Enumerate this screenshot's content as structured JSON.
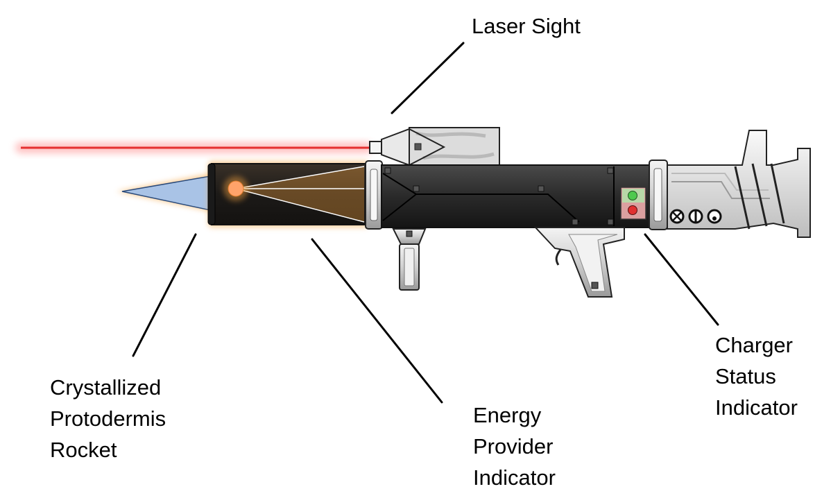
{
  "labels": {
    "laser_sight": [
      "Laser Sight"
    ],
    "rocket": [
      "Crystallized",
      "Protodermis",
      "Rocket"
    ],
    "energy": [
      "Energy",
      "Provider",
      "Indicator"
    ],
    "charger": [
      "Charger",
      "Status",
      "Indicator"
    ]
  },
  "colors": {
    "laser_beam": "#e53030",
    "laser_glow": "#ff9a9a",
    "tube_body": "#2b2b2b",
    "rocket_tip": "#a9c3e6",
    "energy_glow": "#f5a340",
    "energy_core": "#ffa36a",
    "metal_light": "#e8e8e8",
    "metal_dark": "#8a8a8a",
    "indicator_green": "#4ec94e",
    "indicator_red": "#e03030",
    "indicator_panel": "#dba0a0"
  },
  "icons": [
    "laser-sight-icon",
    "rocket-tip-icon",
    "energy-core-icon",
    "indicator-lights-icon",
    "grip-icon",
    "stock-icon"
  ]
}
